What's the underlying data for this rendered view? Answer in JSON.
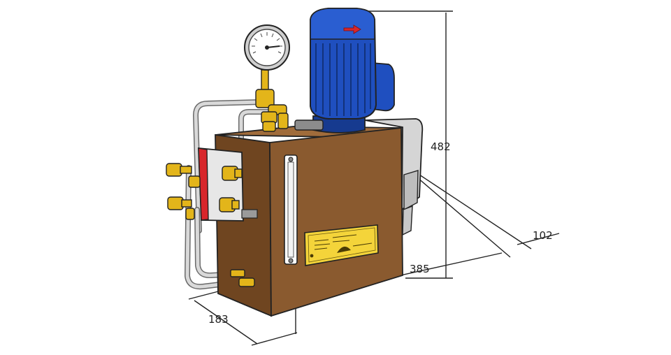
{
  "dimensions": {
    "height": "482",
    "length": "385",
    "width": "183",
    "offset": "102"
  },
  "colors": {
    "tank": "#8a5a2f",
    "tank_side": "#6f4520",
    "tank_top": "#a06c3b",
    "motor": "#1f4fbf",
    "motor_dark": "#163a8f",
    "brass": "#e3b51a",
    "plate": "#f4d43a",
    "manifold": "#e7e7e7",
    "red_gasket": "#d8262b",
    "dimension_line": "#222222"
  },
  "icons": [
    "pressure-gauge-icon",
    "motor-direction-arrow-icon",
    "level-indicator-icon"
  ]
}
